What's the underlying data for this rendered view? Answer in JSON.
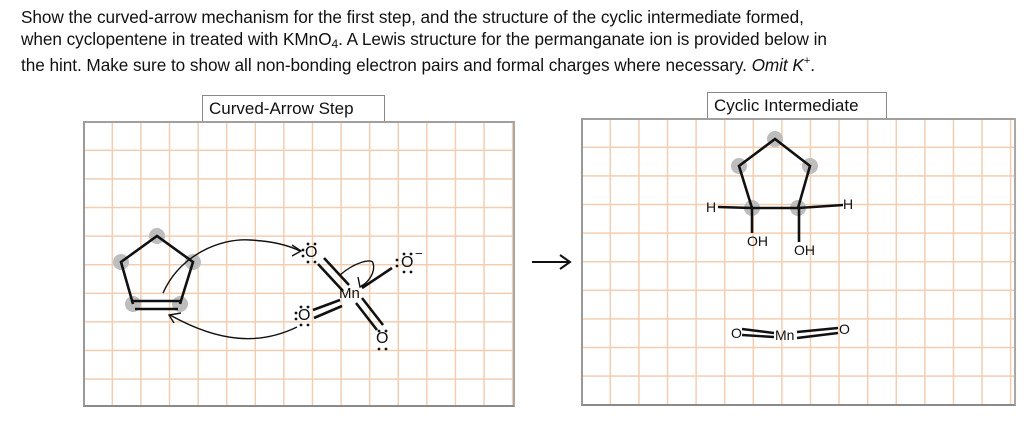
{
  "question": {
    "line1": "Show the curved-arrow mechanism for the first step, and the structure of the cyclic intermediate formed,",
    "line2_before": "when cyclopentene in treated with KMnO",
    "line2_sub": "4",
    "line2_after": ". A Lewis structure for the permanganate ion is provided below in",
    "line3_before": "the hint. Make sure to show all non-bonding electron pairs and formal charges where necessary. ",
    "line3_italic": "Omit K",
    "line3_sup": "+",
    "line3_end": "."
  },
  "panels": {
    "left": {
      "tab_label": "Curved-Arrow Step",
      "atoms": {
        "mn": "Mn",
        "o_top": "O",
        "o_right": "O",
        "o_right_charge": "−",
        "o_left": "O",
        "o_bottom": "O"
      }
    },
    "right": {
      "tab_label": "Cyclic Intermediate",
      "atoms": {
        "h_left": "H",
        "h_right": "H",
        "oh_left": "OH",
        "oh_right": "OH",
        "o_left": "O",
        "mn": "Mn",
        "o_right": "O"
      }
    }
  },
  "reaction_arrow": {
    "glyph": "→"
  },
  "colors": {
    "grid_line": "#f2cdb0",
    "panel_border": "#9a9a9a",
    "atom_highlight": "#bdbdbd",
    "bond": "#111111"
  }
}
